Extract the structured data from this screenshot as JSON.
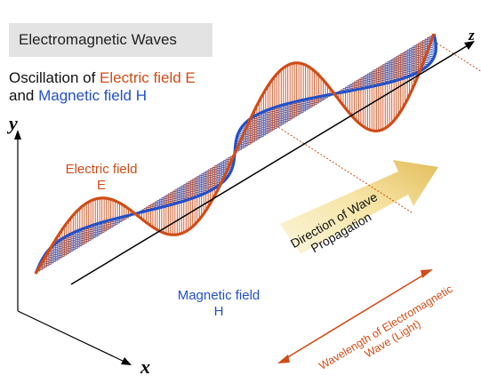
{
  "title": "Electromagnetic Waves",
  "subtitle": {
    "prefix": "Oscillation of ",
    "electric": "Electric field E",
    "connector": "and ",
    "magnetic": "Magnetic field H"
  },
  "axes": {
    "y": "y",
    "z": "z",
    "x": "x"
  },
  "electric_label": {
    "line1": "Electric field",
    "line2": "E"
  },
  "magnetic_label": {
    "line1": "Magnetic field",
    "line2": "H"
  },
  "propagation_label": {
    "line1": "Direction of Wave",
    "line2": "Propagation"
  },
  "wavelength_label": {
    "line1": "Wavelength of Electromagnetic",
    "line2": "Wave (Light)"
  },
  "colors": {
    "electric": "#d04c17",
    "magnetic": "#2350c8",
    "arrow_light": "#fbf4cf",
    "arrow_dark": "#e6c46a",
    "title_bg": "#e3e3e3"
  }
}
